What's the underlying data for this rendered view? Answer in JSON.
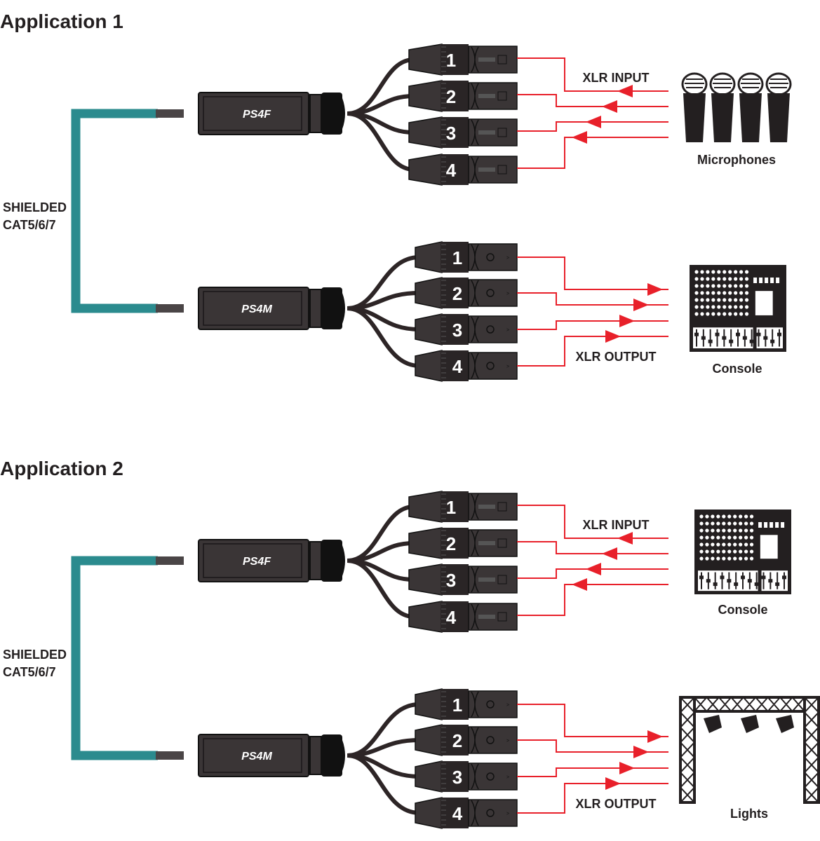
{
  "applications": [
    {
      "title": "Application 1",
      "cable_label": [
        "SHIELDED",
        "CAT5/6/7"
      ],
      "top_unit": "PS4F",
      "bottom_unit": "PS4M",
      "input_label": "XLR INPUT",
      "output_label": "XLR OUTPUT",
      "source_icon": "microphones-icon",
      "source_label": "Microphones",
      "dest_icon": "console-icon",
      "dest_label": "Console",
      "channels": [
        "1",
        "2",
        "3",
        "4"
      ]
    },
    {
      "title": "Application 2",
      "cable_label": [
        "SHIELDED",
        "CAT5/6/7"
      ],
      "top_unit": "PS4F",
      "bottom_unit": "PS4M",
      "input_label": "XLR INPUT",
      "output_label": "XLR OUTPUT",
      "source_icon": "console-icon",
      "source_label": "Console",
      "dest_icon": "lights-truss-icon",
      "dest_label": "Lights",
      "channels": [
        "1",
        "2",
        "3",
        "4"
      ]
    }
  ],
  "colors": {
    "cable": "#2b8b8e",
    "signal": "#e8202a",
    "device": "#3a3536",
    "text": "#231f20"
  }
}
